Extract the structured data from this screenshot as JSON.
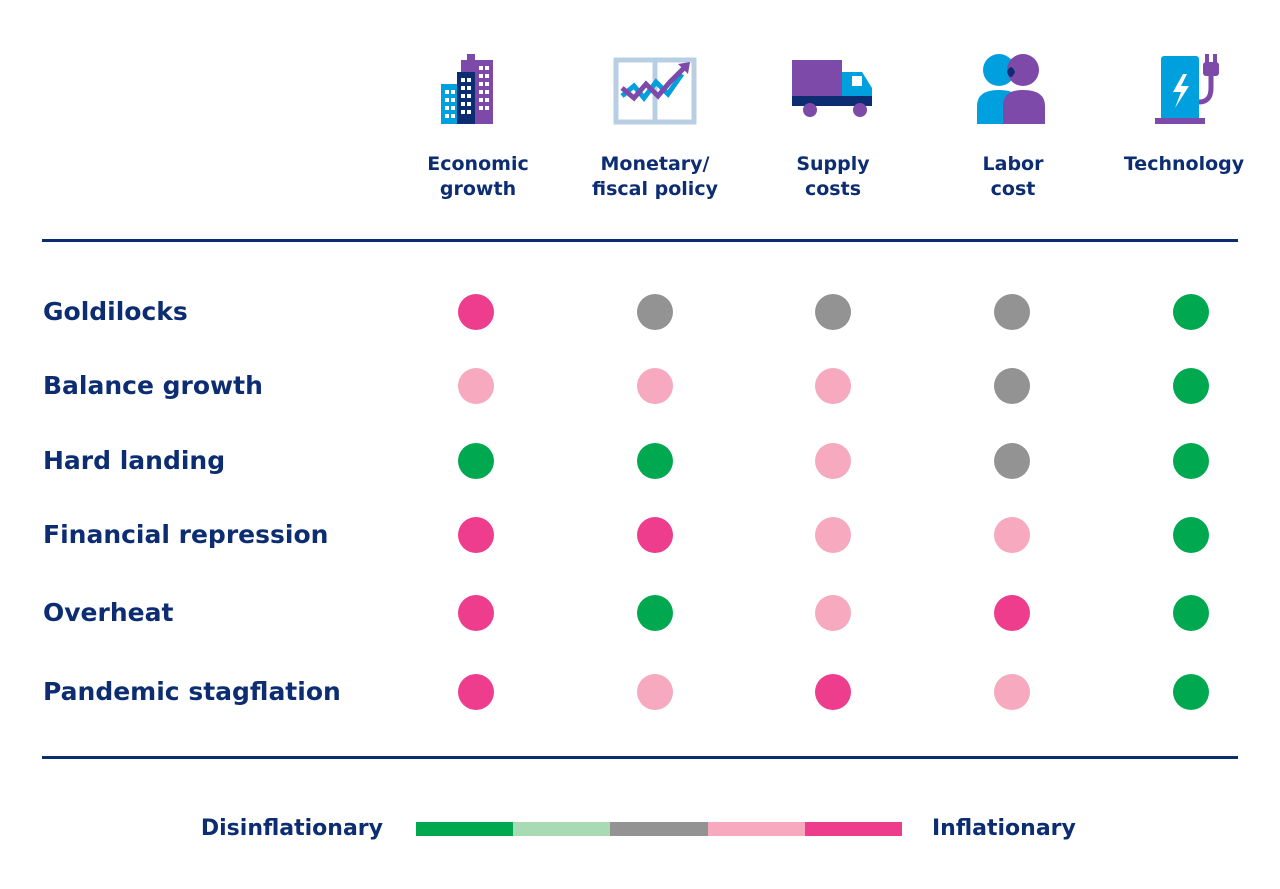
{
  "chart_data": {
    "type": "table",
    "columns": [
      {
        "key": "economic_growth",
        "label": "Economic\ngrowth",
        "icon": "city-buildings-icon"
      },
      {
        "key": "monetary_fiscal_policy",
        "label": "Monetary/\nfiscal policy",
        "icon": "trend-chart-icon"
      },
      {
        "key": "supply_costs",
        "label": "Supply\ncosts",
        "icon": "delivery-truck-icon"
      },
      {
        "key": "labor_cost",
        "label": "Labor\ncost",
        "icon": "workers-icon"
      },
      {
        "key": "technology",
        "label": "Technology",
        "icon": "charging-station-icon"
      }
    ],
    "scale": [
      "disinflationary",
      "slightly_disinflationary",
      "neutral",
      "slightly_inflationary",
      "inflationary"
    ],
    "rows": [
      {
        "label": "Goldilocks",
        "values": [
          "inflationary",
          "neutral",
          "neutral",
          "neutral",
          "disinflationary"
        ]
      },
      {
        "label": "Balance growth",
        "values": [
          "slightly_inflationary",
          "slightly_inflationary",
          "slightly_inflationary",
          "neutral",
          "disinflationary"
        ]
      },
      {
        "label": "Hard landing",
        "values": [
          "disinflationary",
          "disinflationary",
          "slightly_inflationary",
          "neutral",
          "disinflationary"
        ]
      },
      {
        "label": "Financial repression",
        "values": [
          "inflationary",
          "inflationary",
          "slightly_inflationary",
          "slightly_inflationary",
          "disinflationary"
        ]
      },
      {
        "label": "Overheat",
        "values": [
          "inflationary",
          "disinflationary",
          "slightly_inflationary",
          "inflationary",
          "disinflationary"
        ]
      },
      {
        "label": "Pandemic stagflation",
        "values": [
          "inflationary",
          "slightly_inflationary",
          "inflationary",
          "slightly_inflationary",
          "disinflationary"
        ]
      }
    ],
    "legend": {
      "left_label": "Disinflationary",
      "right_label": "Inflationary"
    }
  },
  "colors": {
    "disinflationary": "#00a94f",
    "slightly_disinflationary": "#a8dbb3",
    "neutral": "#939393",
    "slightly_inflationary": "#f7a9bf",
    "inflationary": "#ee3d8c",
    "navy": "#0d2d72",
    "icon_blue": "#00a0df",
    "icon_purple": "#7d4aaa",
    "icon_navy": "#0d2d72"
  }
}
